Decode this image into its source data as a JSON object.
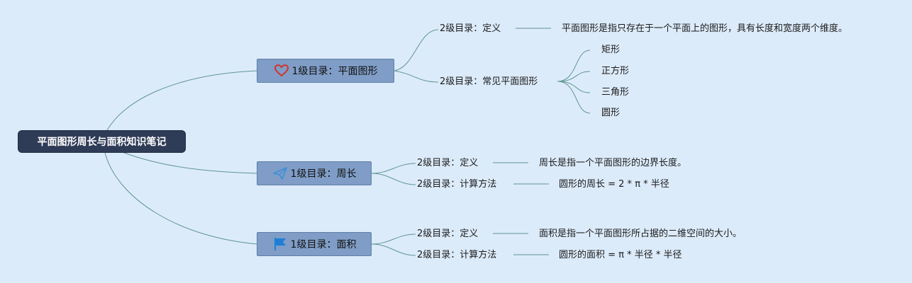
{
  "root": {
    "label": "平面图形周长与面积知识笔记"
  },
  "branches": [
    {
      "label": "1级目录：平面图形",
      "icon": "heart-icon",
      "children": [
        {
          "label": "2级目录：定义",
          "detail": "平面图形是指只存在于一个平面上的图形，具有长度和宽度两个维度。"
        },
        {
          "label": "2级目录：常见平面图形",
          "items": [
            "矩形",
            "正方形",
            "三角形",
            "圆形"
          ]
        }
      ]
    },
    {
      "label": "1级目录：周长",
      "icon": "paper-plane-icon",
      "children": [
        {
          "label": "2级目录：定义",
          "detail": "周长是指一个平面图形的边界长度。"
        },
        {
          "label": "2级目录：计算方法",
          "detail": "圆形的周长 = 2 * π * 半径"
        }
      ]
    },
    {
      "label": "1级目录：面积",
      "icon": "flag-icon",
      "children": [
        {
          "label": "2级目录：定义",
          "detail": "面积是指一个平面图形所占据的二维空间的大小。"
        },
        {
          "label": "2级目录：计算方法",
          "detail": "圆形的面积 = π * 半径 * 半径"
        }
      ]
    }
  ],
  "colors": {
    "background": "#dcebfa",
    "root_fill": "#2f3c57",
    "branch_fill": "#7f9dc6",
    "connector": "#5f9690",
    "heart": "#d0342c",
    "plane": "#3f8fd8",
    "flag": "#1f7fd8"
  }
}
